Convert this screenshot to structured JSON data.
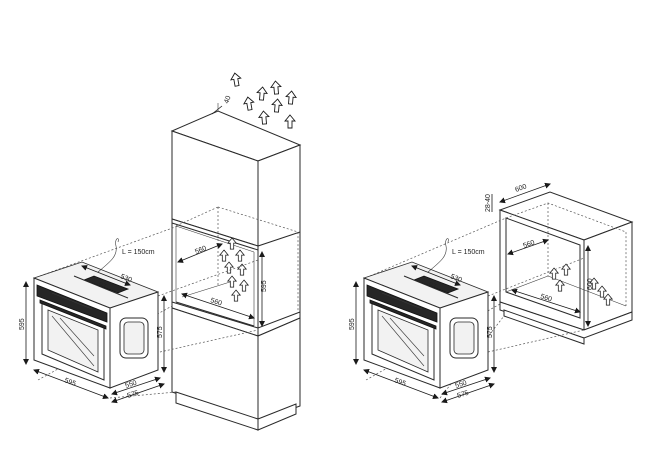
{
  "left": {
    "cable": "L = 150cm",
    "oven_width": "595",
    "oven_height": "595",
    "oven_depth": "530",
    "panel_height": "575",
    "depth_550": "550",
    "depth_575": "575",
    "front_97": "97",
    "niche_width": "560",
    "niche_depth": "560",
    "niche_height": "595",
    "top_gap": "40"
  },
  "right": {
    "cable": "L = 150cm",
    "oven_width": "595",
    "oven_height": "595",
    "oven_depth": "530",
    "panel_height": "575",
    "depth_550": "550",
    "depth_575": "575",
    "front_97": "97",
    "cabinet_depth": "600",
    "niche_width": "560",
    "niche_depth": "560",
    "niche_height": "600",
    "top_gap": "28-40"
  }
}
